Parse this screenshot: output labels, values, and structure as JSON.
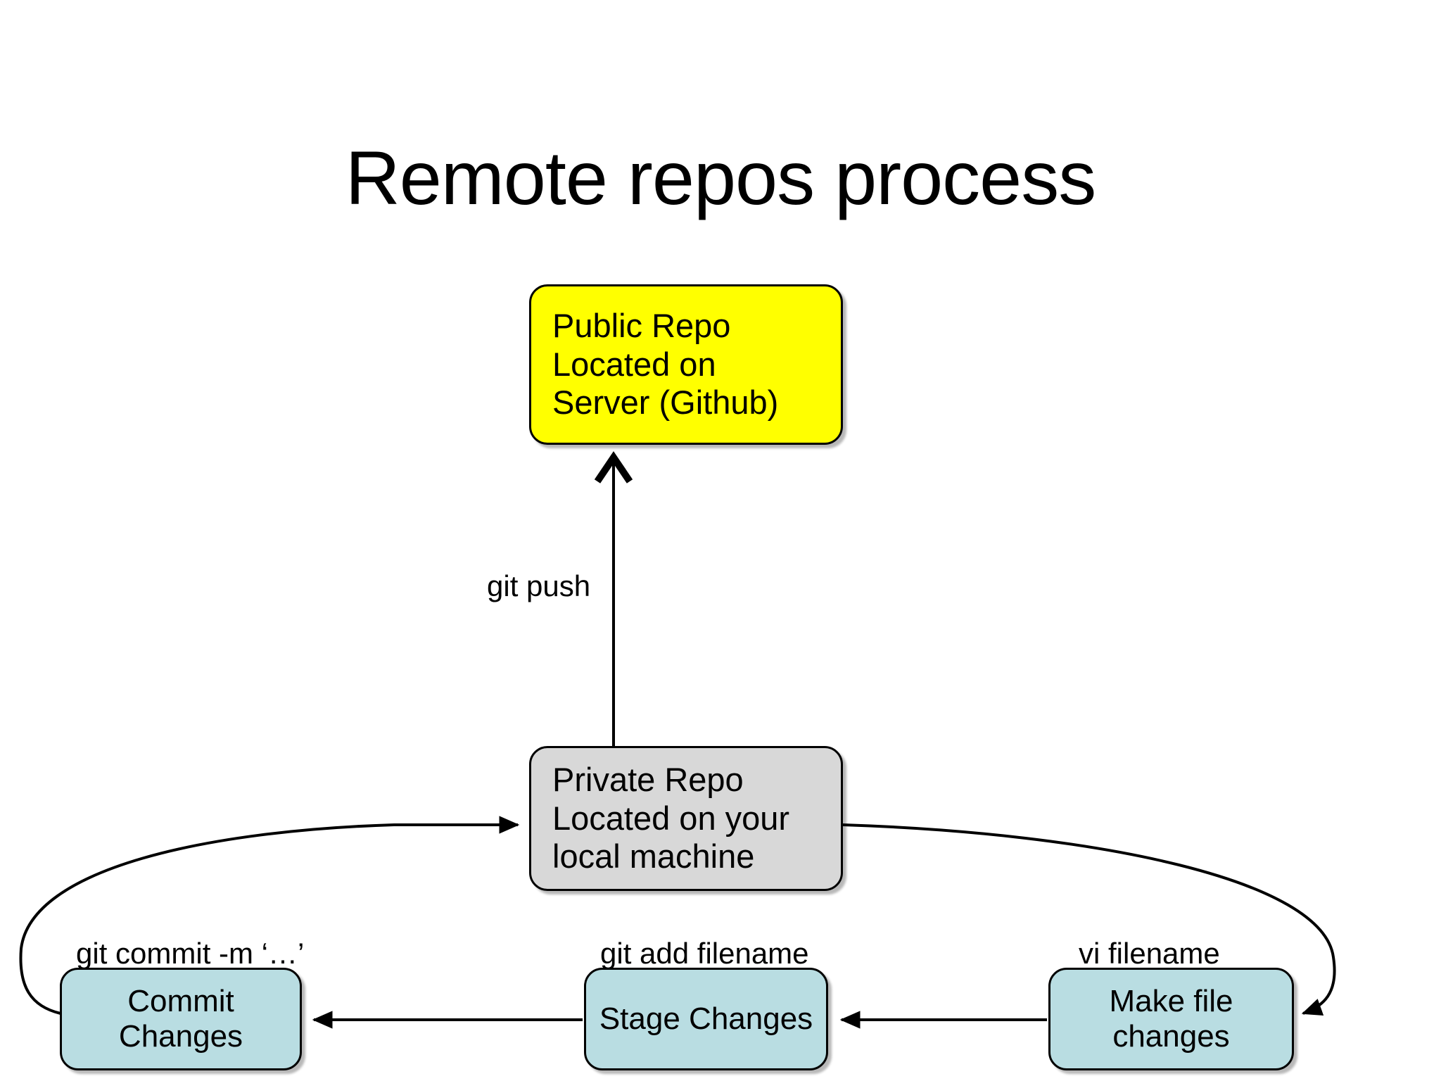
{
  "slide": {
    "title": "Remote repos process",
    "background_color": "#FFFFFF"
  },
  "colors": {
    "public_repo_fill": "#FFFF00",
    "private_repo_fill": "#D8D8D8",
    "step_fill": "#B9DDE2",
    "stroke": "#000000",
    "text": "#000000"
  },
  "nodes": {
    "public_repo": {
      "label": "Public Repo\nLocated on\nServer (Github)",
      "fill": "#FFFF00"
    },
    "private_repo": {
      "label": "Private Repo\nLocated on your\nlocal machine",
      "fill": "#D8D8D8"
    },
    "commit_changes": {
      "label": "Commit Changes",
      "fill": "#B9DDE2"
    },
    "stage_changes": {
      "label": "Stage Changes",
      "fill": "#B9DDE2"
    },
    "make_file_changes": {
      "label": "Make file changes",
      "fill": "#B9DDE2"
    }
  },
  "edges": [
    {
      "id": "push",
      "label": "git push",
      "from": "private_repo",
      "to": "public_repo",
      "style": "straight-vertical",
      "arrowhead": "open-v"
    },
    {
      "id": "edit",
      "label": "vi filename",
      "from": "private_repo",
      "to": "make_file_changes",
      "style": "curved-right",
      "arrowhead": "filled"
    },
    {
      "id": "add",
      "label": "git add filename",
      "from": "make_file_changes",
      "to": "stage_changes",
      "style": "straight-horizontal",
      "arrowhead": "filled"
    },
    {
      "id": "commit",
      "label": "git commit -m ‘…’",
      "from": "stage_changes",
      "to": "commit_changes",
      "style": "straight-horizontal",
      "arrowhead": "filled"
    },
    {
      "id": "return",
      "label": "",
      "from": "commit_changes",
      "to": "private_repo",
      "style": "curved-left",
      "arrowhead": "filled"
    }
  ],
  "labels": {
    "git_push": "git push",
    "git_commit": "git commit -m ‘…’",
    "git_add": "git add filename",
    "vi_filename": "vi filename"
  }
}
